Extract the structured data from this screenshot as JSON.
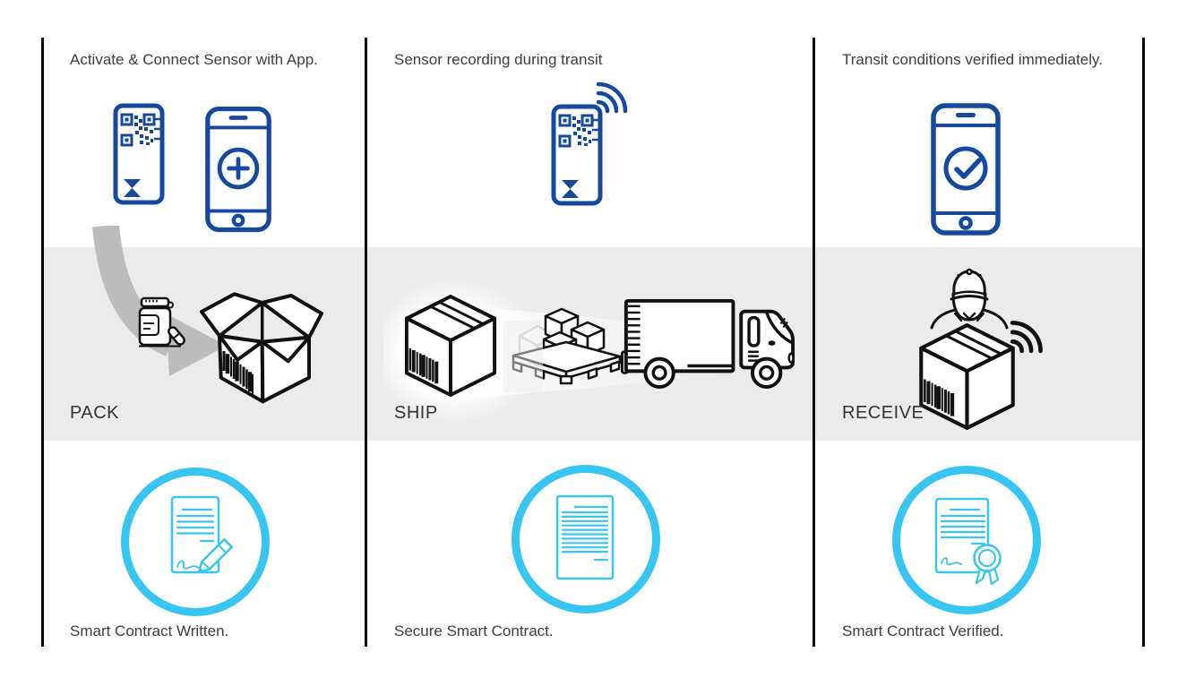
{
  "colors": {
    "navy": "#15499d",
    "cyan": "#38c5f2",
    "band_gray": "#ebebeb",
    "divider_black": "#000000",
    "text_gray": "#3d3d3d",
    "arrow_gray": "#bcbcbc",
    "outline_black": "#111111"
  },
  "columns": [
    {
      "id": "pack",
      "top_caption": "Activate & Connect Sensor with App.",
      "stage_label": "PACK",
      "bottom_caption": "Smart Contract Written.",
      "icons": {
        "top": [
          "sensor-qr-icon",
          "phone-add-icon"
        ],
        "band": [
          "curved-arrow-icon",
          "pill-bottle-icon",
          "open-box-barcode-icon"
        ],
        "bottom": "contract-signature-pencil-icon"
      }
    },
    {
      "id": "ship",
      "top_caption": "Sensor recording during transit",
      "stage_label": "SHIP",
      "bottom_caption": "Secure Smart Contract.",
      "icons": {
        "top": [
          "sensor-qr-wifi-icon"
        ],
        "band": [
          "closed-box-barcode-icon",
          "pallet-boxes-icon",
          "delivery-truck-icon"
        ],
        "bottom": "contract-document-icon"
      }
    },
    {
      "id": "receive",
      "top_caption": "Transit conditions verified immediately.",
      "stage_label": "RECEIVE",
      "bottom_caption": "Smart Contract Verified.",
      "icons": {
        "top": [
          "phone-check-icon"
        ],
        "band": [
          "worker-box-wifi-icon"
        ],
        "bottom": "contract-seal-icon"
      }
    }
  ]
}
